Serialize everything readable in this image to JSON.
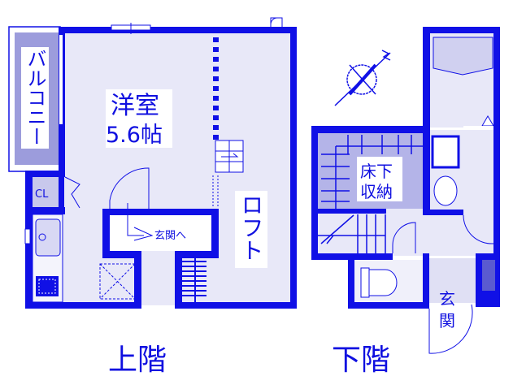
{
  "colors": {
    "wall": "#1010e6",
    "floor": "#e8e8f8",
    "balcony": "#9c9cdc",
    "storage": "#b4b4e8"
  },
  "upper_floor": {
    "title": "上階",
    "room_name": "洋室",
    "room_size": "5.6帖",
    "balcony": "バルコニー",
    "closet": "CL",
    "to_entrance": "玄関へ",
    "loft": "ロフト"
  },
  "lower_floor": {
    "title": "下階",
    "storage_line1": "床下",
    "storage_line2": "収納",
    "entrance_line1": "玄",
    "entrance_line2": "関"
  },
  "compass": {
    "icon": "north-arrow-icon"
  }
}
